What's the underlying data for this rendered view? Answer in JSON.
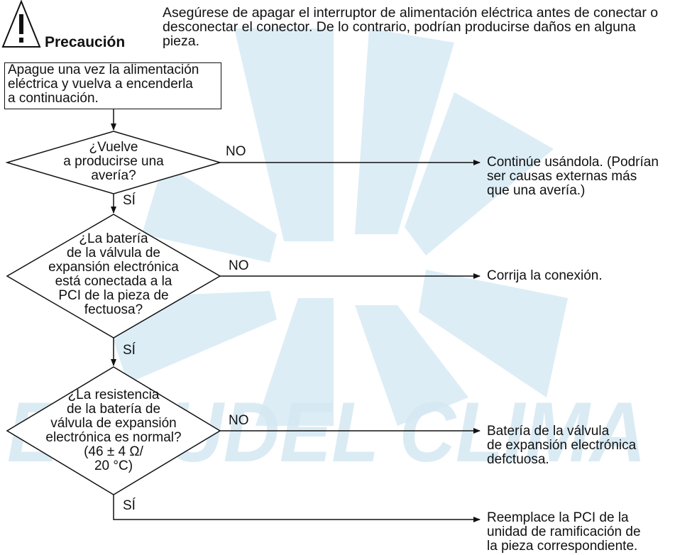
{
  "caution": {
    "icon": "warning-triangle-icon",
    "label": "Precaución",
    "text": "Asegúrese de apagar el interruptor de alimentación eléctrica antes de conectar o desconectar el conector. De lo contrario, podrían producirse daños en alguna pieza."
  },
  "start": {
    "text": "Apague una vez la alimentación\neléctrica y vuelva a encenderla\na continuación."
  },
  "decisions": [
    {
      "text": "¿Vuelve\na producirse una\navería?",
      "no_label": "NO",
      "yes_label": "SÍ"
    },
    {
      "text": "¿La batería\nde la válvula de\nexpansión electrónica\nestá conectada a la\nPCI de la pieza de\nfectuosa?",
      "no_label": "NO",
      "yes_label": "SÍ"
    },
    {
      "text": "¿La resistencia\nde la batería de\nválvula de expansión\nelectrónica es normal?\n(46 ± 4 Ω/\n20 °C)",
      "no_label": "NO",
      "yes_label": "SÍ"
    }
  ],
  "results": [
    {
      "text": "Continúe usándola. (Podrían\nser causas externas más\nque una avería.)"
    },
    {
      "text": "Corrija la conexión."
    },
    {
      "text": "Batería de la válvula\nde expansión electrónica\ndefctuosa."
    },
    {
      "text": "Reemplace la PCI de la\nunidad de ramificación de\nla pieza correspondiente."
    }
  ],
  "colors": {
    "line": "#111111",
    "watermark": "#dcedf6"
  }
}
